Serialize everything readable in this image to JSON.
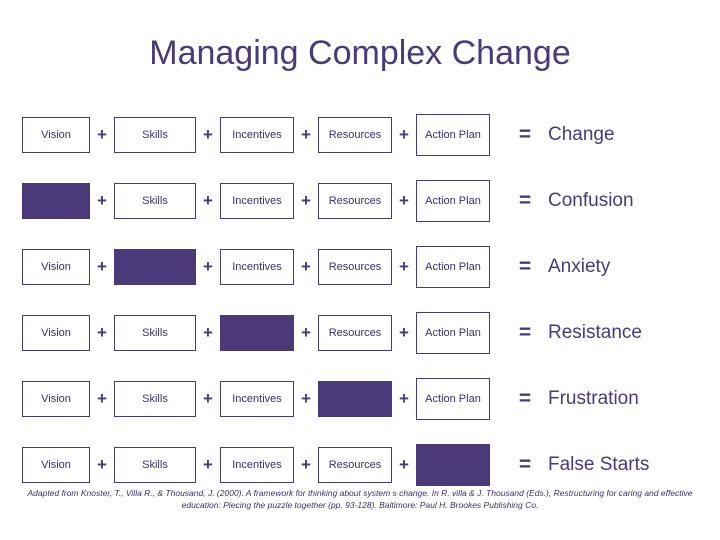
{
  "title": "Managing Complex Change",
  "operators": {
    "plus": "+",
    "equals": "="
  },
  "columns": [
    "Vision",
    "Skills",
    "Incentives",
    "Resources",
    "Action Plan"
  ],
  "colors": {
    "purple": "#4a3a7a",
    "text": "#3d2f6b",
    "background": "#ffffff"
  },
  "rows": [
    {
      "outcome": "Change",
      "cells": [
        {
          "label": "Vision",
          "filled": false
        },
        {
          "label": "Skills",
          "filled": false
        },
        {
          "label": "Incentives",
          "filled": false
        },
        {
          "label": "Resources",
          "filled": false
        },
        {
          "label": "Action Plan",
          "filled": false
        }
      ]
    },
    {
      "outcome": "Confusion",
      "cells": [
        {
          "label": "",
          "filled": true
        },
        {
          "label": "Skills",
          "filled": false
        },
        {
          "label": "Incentives",
          "filled": false
        },
        {
          "label": "Resources",
          "filled": false
        },
        {
          "label": "Action Plan",
          "filled": false
        }
      ]
    },
    {
      "outcome": "Anxiety",
      "cells": [
        {
          "label": "Vision",
          "filled": false
        },
        {
          "label": "",
          "filled": true
        },
        {
          "label": "Incentives",
          "filled": false
        },
        {
          "label": "Resources",
          "filled": false
        },
        {
          "label": "Action Plan",
          "filled": false
        }
      ]
    },
    {
      "outcome": "Resistance",
      "cells": [
        {
          "label": "Vision",
          "filled": false
        },
        {
          "label": "Skills",
          "filled": false
        },
        {
          "label": "",
          "filled": true
        },
        {
          "label": "Resources",
          "filled": false
        },
        {
          "label": "Action Plan",
          "filled": false
        }
      ]
    },
    {
      "outcome": "Frustration",
      "cells": [
        {
          "label": "Vision",
          "filled": false
        },
        {
          "label": "Skills",
          "filled": false
        },
        {
          "label": "Incentives",
          "filled": false
        },
        {
          "label": "",
          "filled": true
        },
        {
          "label": "Action Plan",
          "filled": false
        }
      ]
    },
    {
      "outcome": "False Starts",
      "cells": [
        {
          "label": "Vision",
          "filled": false
        },
        {
          "label": "Skills",
          "filled": false
        },
        {
          "label": "Incentives",
          "filled": false
        },
        {
          "label": "Resources",
          "filled": false
        },
        {
          "label": "",
          "filled": true
        }
      ]
    }
  ],
  "citation": "Adapted from Knoster, T., Villa R., & Thousand, J. (2000). A framework for thinking about system s change. In R. villa & J. Thousand (Eds.), Restructuring for caring and effective education: Piecing the puzzle together (pp. 93-128). Baltimore: Paul H. Brookes Publishing Co."
}
